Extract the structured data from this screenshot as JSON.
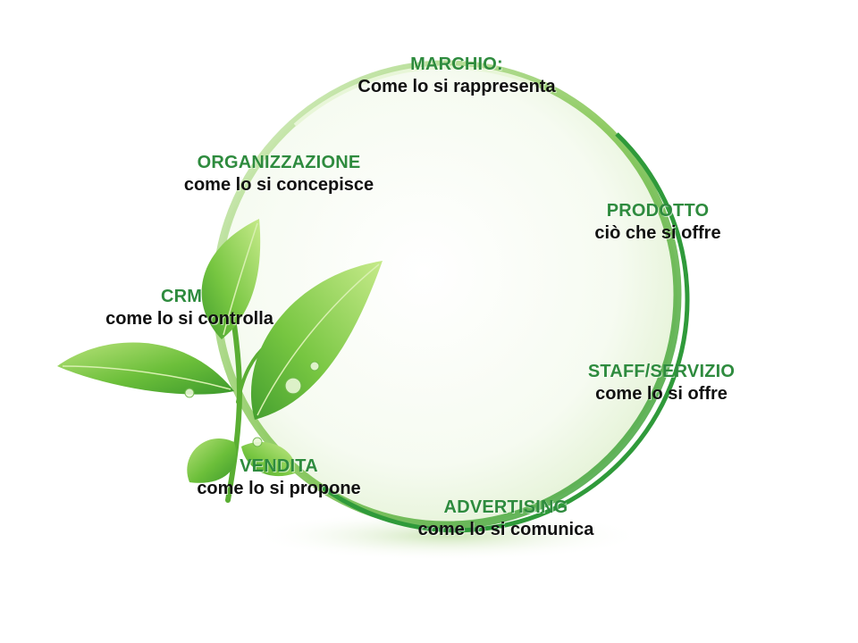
{
  "colors": {
    "green_dark": "#2e8b3e",
    "green_light": "#8fcf5a",
    "text_black": "#111111"
  },
  "diagram": {
    "items": [
      {
        "title": "MARCHIO:",
        "subtitle": "Come lo si rappresenta"
      },
      {
        "title": "ORGANIZZAZIONE",
        "subtitle": "come lo si concepisce"
      },
      {
        "title": "PRODOTTO",
        "subtitle": "ciò che si offre"
      },
      {
        "title": "CRM",
        "subtitle": "come lo si controlla"
      },
      {
        "title": "STAFF/SERVIZIO",
        "subtitle": "come lo si offre"
      },
      {
        "title": "VENDITA",
        "subtitle": "come lo si propone"
      },
      {
        "title": "ADVERTISING",
        "subtitle": "come lo si comunica"
      }
    ]
  }
}
